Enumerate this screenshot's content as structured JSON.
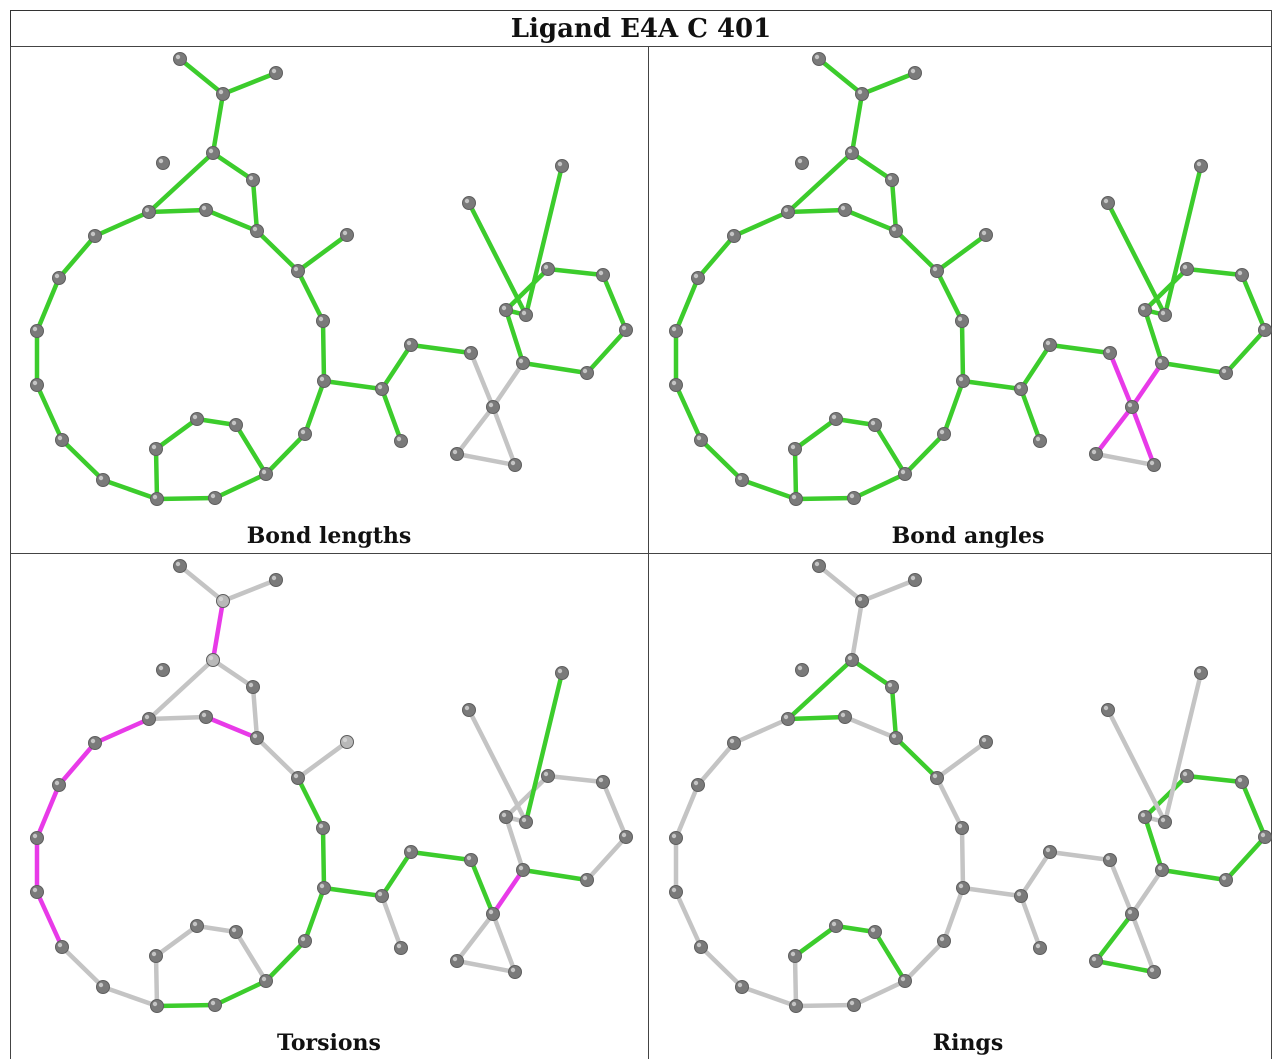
{
  "title": "Ligand E4A C 401",
  "panels": [
    {
      "caption": "Bond lengths"
    },
    {
      "caption": "Bond angles"
    },
    {
      "caption": "Torsions"
    },
    {
      "caption": "Rings"
    }
  ],
  "colors": {
    "green": "#3ccc2c",
    "magenta": "#e83ae8",
    "gray_bond": "#c4c4c4",
    "atom": "#7a7a7a",
    "atom_highlight": "#b8b8b8",
    "border": "#444444"
  }
}
